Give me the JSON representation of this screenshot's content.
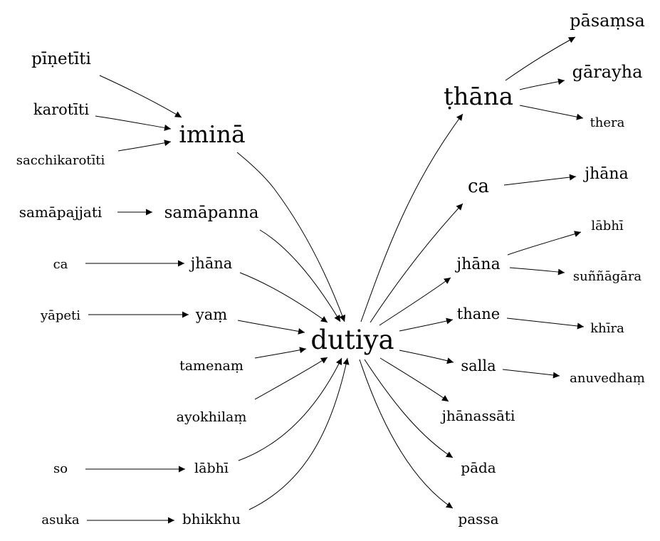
{
  "graph": {
    "center": "dutiya",
    "nodes": {
      "pinetiti": "pīṇetīti",
      "karotiti": "karotīti",
      "sacchikarotiti": "sacchikarotīti",
      "imina": "iminā",
      "samapajjati": "samāpajjati",
      "samapanna": "samāpanna",
      "ca_left": "ca",
      "jhana_left": "jhāna",
      "yapeti": "yāpeti",
      "yam": "yaṃ",
      "tamenam": "tamenaṃ",
      "ayokhilam": "ayokhilaṃ",
      "so": "so",
      "labhi_left": "lābhī",
      "asuka": "asuka",
      "bhikkhu": "bhikkhu",
      "dutiya": "dutiya",
      "thana": "ṭhāna",
      "pasamsa": "pāsaṃsa",
      "garayha": "gārayha",
      "thera": "thera",
      "ca_right": "ca",
      "jhana_far": "jhāna",
      "jhana_right": "jhāna",
      "labhi_right": "lābhī",
      "sunnagara": "suññāgāra",
      "thane": "thane",
      "khira": "khīra",
      "salla": "salla",
      "anuvedham": "anuvedhaṃ",
      "jhanassati": "jhānassāti",
      "pada": "pāda",
      "passa": "passa"
    },
    "edges": [
      [
        "pinetiti",
        "imina"
      ],
      [
        "karotiti",
        "imina"
      ],
      [
        "sacchikarotiti",
        "imina"
      ],
      [
        "samapajjati",
        "samapanna"
      ],
      [
        "ca_left",
        "jhana_left"
      ],
      [
        "yapeti",
        "yam"
      ],
      [
        "so",
        "labhi_left"
      ],
      [
        "asuka",
        "bhikkhu"
      ],
      [
        "imina",
        "dutiya"
      ],
      [
        "samapanna",
        "dutiya"
      ],
      [
        "jhana_left",
        "dutiya"
      ],
      [
        "yam",
        "dutiya"
      ],
      [
        "tamenam",
        "dutiya"
      ],
      [
        "ayokhilam",
        "dutiya"
      ],
      [
        "labhi_left",
        "dutiya"
      ],
      [
        "bhikkhu",
        "dutiya"
      ],
      [
        "dutiya",
        "thana"
      ],
      [
        "dutiya",
        "ca_right"
      ],
      [
        "dutiya",
        "jhana_right"
      ],
      [
        "dutiya",
        "thane"
      ],
      [
        "dutiya",
        "salla"
      ],
      [
        "dutiya",
        "jhanassati"
      ],
      [
        "dutiya",
        "pada"
      ],
      [
        "dutiya",
        "passa"
      ],
      [
        "thana",
        "pasamsa"
      ],
      [
        "thana",
        "garayha"
      ],
      [
        "thana",
        "thera"
      ],
      [
        "ca_right",
        "jhana_far"
      ],
      [
        "jhana_right",
        "labhi_right"
      ],
      [
        "jhana_right",
        "sunnagara"
      ],
      [
        "thane",
        "khira"
      ],
      [
        "salla",
        "anuvedham"
      ]
    ]
  }
}
